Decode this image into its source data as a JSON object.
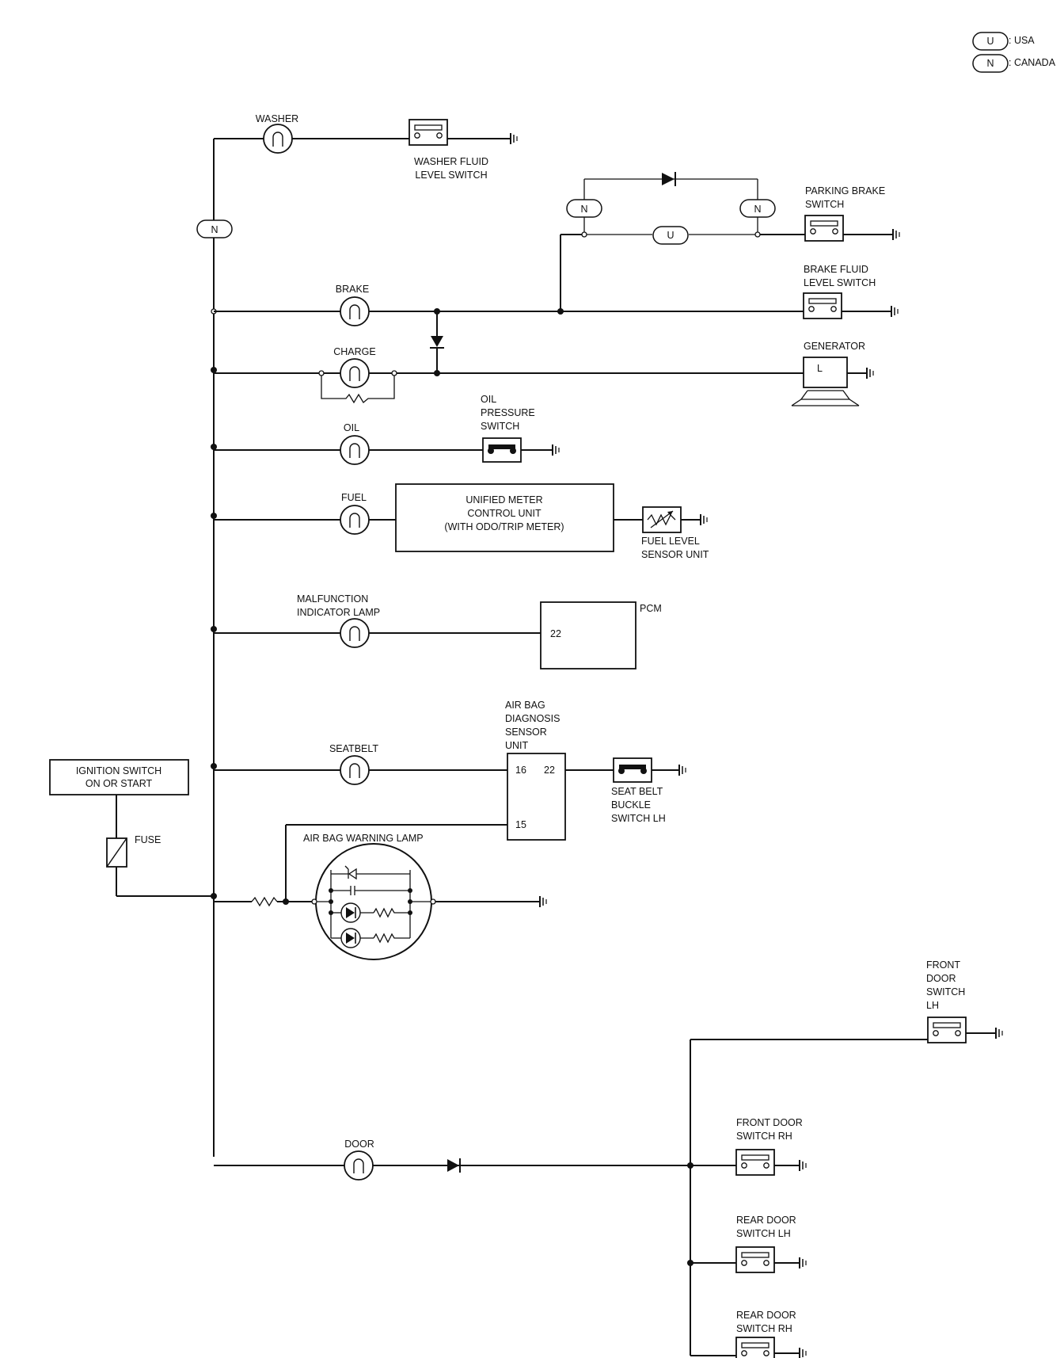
{
  "legend": {
    "usa_code": "U",
    "usa_label": ": USA",
    "canada_code": "N",
    "canada_label": ": CANADA"
  },
  "supply": {
    "ignition_line1": "IGNITION SWITCH",
    "ignition_line2": "ON OR START",
    "fuse_label": "FUSE"
  },
  "washer": {
    "lamp": "WASHER",
    "switch_line1": "WASHER FLUID",
    "switch_line2": "LEVEL SWITCH",
    "connector_code": "N"
  },
  "brake": {
    "lamp": "BRAKE",
    "connector_n_left": "N",
    "connector_n_right": "N",
    "connector_u": "U",
    "parking_line1": "PARKING BRAKE",
    "parking_line2": "SWITCH",
    "fluid_line1": "BRAKE FLUID",
    "fluid_line2": "LEVEL SWITCH"
  },
  "charge": {
    "lamp": "CHARGE",
    "generator": "GENERATOR",
    "terminal": "L"
  },
  "oil": {
    "lamp": "OIL",
    "switch_line1": "OIL",
    "switch_line2": "PRESSURE",
    "switch_line3": "SWITCH"
  },
  "fuel": {
    "lamp": "FUEL",
    "unit_line1": "UNIFIED METER",
    "unit_line2": "CONTROL UNIT",
    "unit_line3": "(WITH ODO/TRIP METER)",
    "sensor_line1": "FUEL LEVEL",
    "sensor_line2": "SENSOR UNIT"
  },
  "mil": {
    "lamp_line1": "MALFUNCTION",
    "lamp_line2": "INDICATOR LAMP",
    "pcm": "PCM",
    "pin": "22"
  },
  "seatbelt": {
    "lamp": "SEATBELT",
    "unit_line1": "AIR BAG",
    "unit_line2": "DIAGNOSIS",
    "unit_line3": "SENSOR",
    "unit_line4": "UNIT",
    "pin_16": "16",
    "pin_22": "22",
    "pin_15": "15",
    "buckle_line1": "SEAT BELT",
    "buckle_line2": "BUCKLE",
    "buckle_line3": "SWITCH LH"
  },
  "airbag": {
    "lamp": "AIR BAG WARNING LAMP"
  },
  "door": {
    "lamp": "DOOR",
    "front_lh_line1": "FRONT",
    "front_lh_line2": "DOOR",
    "front_lh_line3": "SWITCH",
    "front_lh_line4": "LH",
    "front_rh_line1": "FRONT DOOR",
    "front_rh_line2": "SWITCH RH",
    "rear_lh_line1": "REAR DOOR",
    "rear_lh_line2": "SWITCH LH",
    "rear_rh_line1": "REAR DOOR",
    "rear_rh_line2": "SWITCH RH"
  }
}
